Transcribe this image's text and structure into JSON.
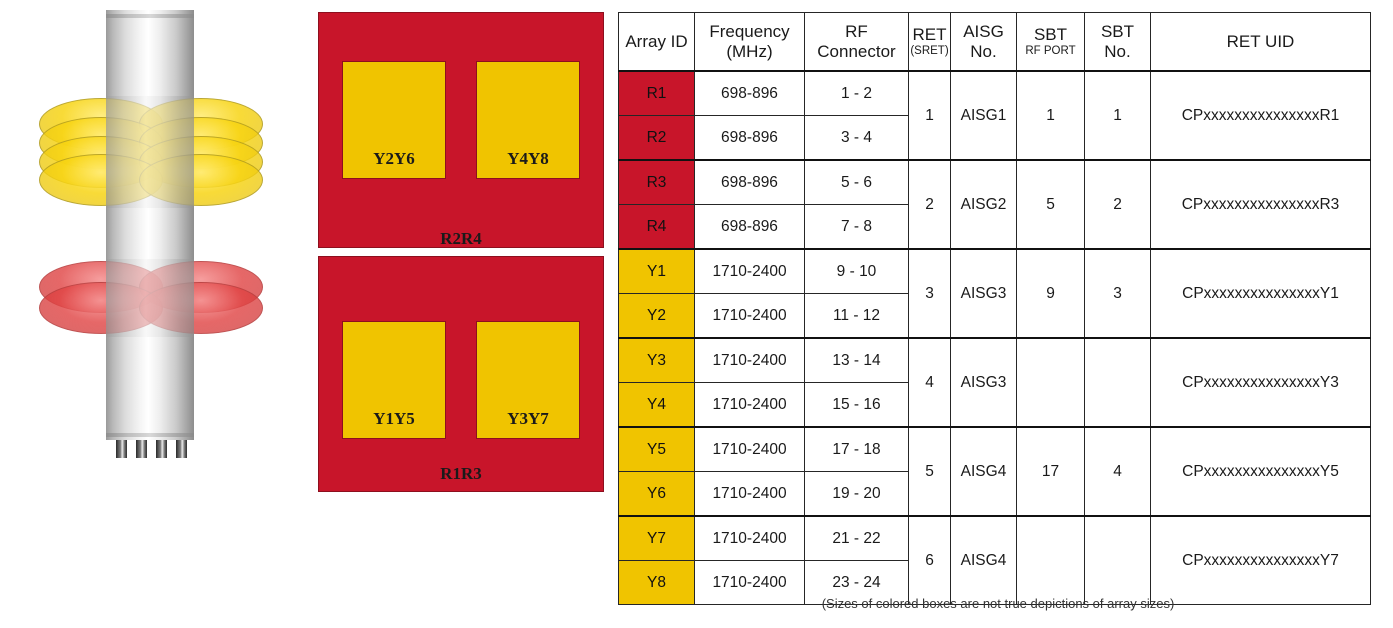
{
  "antenna": {
    "icon": "cellular-antenna-radome",
    "connector_count": 4,
    "yellow_lobe_count": 4,
    "red_lobe_count": 2,
    "colors": {
      "yellow": "#F0C400",
      "red": "#C8152A",
      "mast": "#C9C9C9"
    }
  },
  "arrays": {
    "colors": {
      "panel_red": "#C8152A",
      "panel_yellow": "#F0C400"
    },
    "boxes": [
      {
        "name": "top-array-panel",
        "label": "R2R4",
        "sub_boxes": [
          {
            "name": "sub-array-y2y6",
            "label": "Y2Y6"
          },
          {
            "name": "sub-array-y4y8",
            "label": "Y4Y8"
          }
        ]
      },
      {
        "name": "bottom-array-panel",
        "label": "R1R3",
        "sub_boxes": [
          {
            "name": "sub-array-y1y5",
            "label": "Y1Y5"
          },
          {
            "name": "sub-array-y3y7",
            "label": "Y3Y7"
          }
        ]
      }
    ]
  },
  "table": {
    "headers": {
      "array_id": "Array ID",
      "frequency_line1": "Frequency",
      "frequency_line2": "(MHz)",
      "rf_line1": "RF",
      "rf_line2": "Connector",
      "ret_line1": "RET",
      "ret_line2": "(SRET)",
      "aisg_line1": "AISG",
      "aisg_line2": "No.",
      "sbt_port_line1": "SBT",
      "sbt_port_line2": "RF PORT",
      "sbt_no_line1": "SBT",
      "sbt_no_line2": "No.",
      "ret_uid": "RET UID"
    },
    "groups": [
      {
        "ret": "1",
        "aisg": "AISG1",
        "sbt_port": "1",
        "sbt_no": "1",
        "ret_uid": "CPxxxxxxxxxxxxxxxR1",
        "rows": [
          {
            "array_id": "R1",
            "band": "red",
            "frequency": "698-896",
            "rf_connector": "1 - 2"
          },
          {
            "array_id": "R2",
            "band": "red",
            "frequency": "698-896",
            "rf_connector": "3 - 4"
          }
        ]
      },
      {
        "ret": "2",
        "aisg": "AISG2",
        "sbt_port": "5",
        "sbt_no": "2",
        "ret_uid": "CPxxxxxxxxxxxxxxxR3",
        "rows": [
          {
            "array_id": "R3",
            "band": "red",
            "frequency": "698-896",
            "rf_connector": "5 - 6"
          },
          {
            "array_id": "R4",
            "band": "red",
            "frequency": "698-896",
            "rf_connector": "7 - 8"
          }
        ]
      },
      {
        "ret": "3",
        "aisg": "AISG3",
        "sbt_port": "9",
        "sbt_no": "3",
        "ret_uid": "CPxxxxxxxxxxxxxxxY1",
        "rows": [
          {
            "array_id": "Y1",
            "band": "yellow",
            "frequency": "1710-2400",
            "rf_connector": "9 - 10"
          },
          {
            "array_id": "Y2",
            "band": "yellow",
            "frequency": "1710-2400",
            "rf_connector": "11 - 12"
          }
        ]
      },
      {
        "ret": "4",
        "aisg": "AISG3",
        "sbt_port": "",
        "sbt_no": "",
        "ret_uid": "CPxxxxxxxxxxxxxxxY3",
        "rows": [
          {
            "array_id": "Y3",
            "band": "yellow",
            "frequency": "1710-2400",
            "rf_connector": "13 - 14"
          },
          {
            "array_id": "Y4",
            "band": "yellow",
            "frequency": "1710-2400",
            "rf_connector": "15 - 16"
          }
        ]
      },
      {
        "ret": "5",
        "aisg": "AISG4",
        "sbt_port": "17",
        "sbt_no": "4",
        "ret_uid": "CPxxxxxxxxxxxxxxxY5",
        "rows": [
          {
            "array_id": "Y5",
            "band": "yellow",
            "frequency": "1710-2400",
            "rf_connector": "17 - 18"
          },
          {
            "array_id": "Y6",
            "band": "yellow",
            "frequency": "1710-2400",
            "rf_connector": "19 - 20"
          }
        ]
      },
      {
        "ret": "6",
        "aisg": "AISG4",
        "sbt_port": "",
        "sbt_no": "",
        "ret_uid": "CPxxxxxxxxxxxxxxxY7",
        "rows": [
          {
            "array_id": "Y7",
            "band": "yellow",
            "frequency": "1710-2400",
            "rf_connector": "21 - 22"
          },
          {
            "array_id": "Y8",
            "band": "yellow",
            "frequency": "1710-2400",
            "rf_connector": "23 - 24"
          }
        ]
      }
    ]
  },
  "caption": "(Sizes of colored boxes are not true depictions of array sizes)"
}
